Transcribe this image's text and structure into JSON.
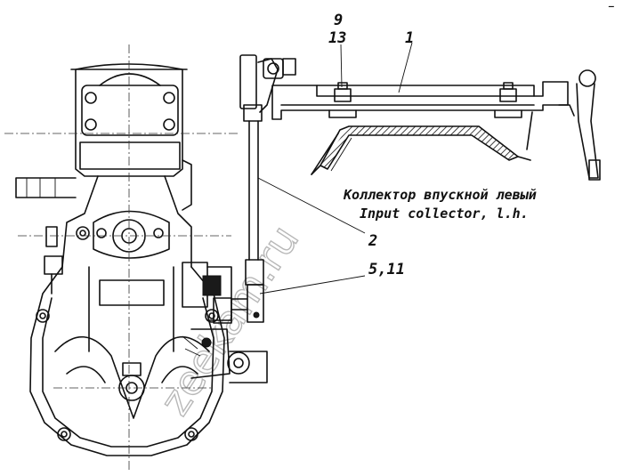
{
  "labels": {
    "part_9": "9",
    "part_13": "13",
    "part_1": "1",
    "part_2": "2",
    "part_5_11": "5,11"
  },
  "captions": {
    "ru": "Коллектор впускной левый",
    "en": "Input collector, l.h."
  },
  "watermark": "zeekam.ru",
  "corner_mark": "–"
}
